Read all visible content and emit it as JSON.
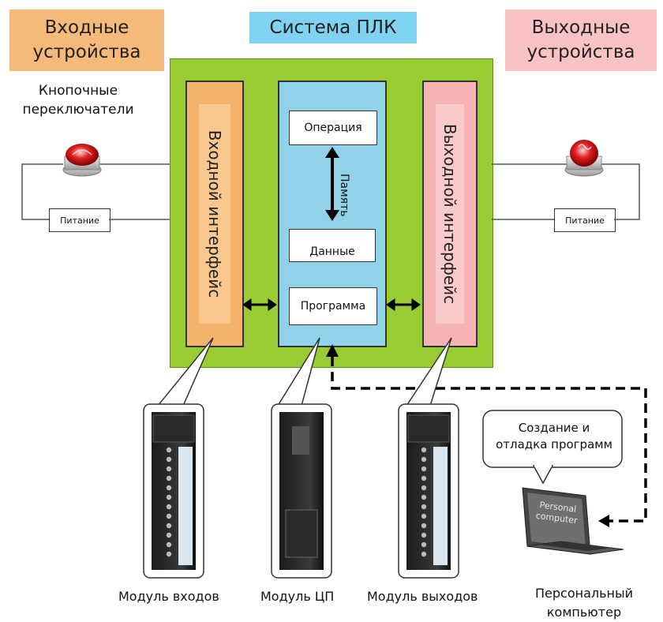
{
  "headers": {
    "input_devices": "Входные устройства",
    "plc_system": "Система ПЛК",
    "output_devices": "Выходные устройства"
  },
  "input_side": {
    "pushbutton_label": "Кнопочные переключатели",
    "power_label": "Питание"
  },
  "output_side": {
    "power_label": "Питание"
  },
  "plc": {
    "input_interface": "Входной интерфейс",
    "output_interface": "Выходной интерфейс",
    "operation": "Операция",
    "memory": "Память",
    "data": "Данные",
    "program": "Программа"
  },
  "pc": {
    "bubble_text": "Создание и отладка программ",
    "screen_text": "Personal computer"
  },
  "captions": {
    "input_module": "Модуль входов",
    "cpu_module": "Модуль ЦП",
    "output_module": "Модуль выходов",
    "personal_computer": "Персональный компьютер"
  },
  "colors": {
    "input_header": "#f5b97a",
    "plc_header": "#7fd3f0",
    "output_header": "#f9c3c5",
    "plc_body": "#99cc33",
    "input_interface": "#f3b36c",
    "cpu_column": "#8fd2ea",
    "output_interface": "#f6b3b3",
    "lamp_red": "#e02020"
  },
  "icons": [
    "red-pushbutton-icon",
    "red-lamp-icon",
    "module-icon",
    "laptop-icon"
  ]
}
